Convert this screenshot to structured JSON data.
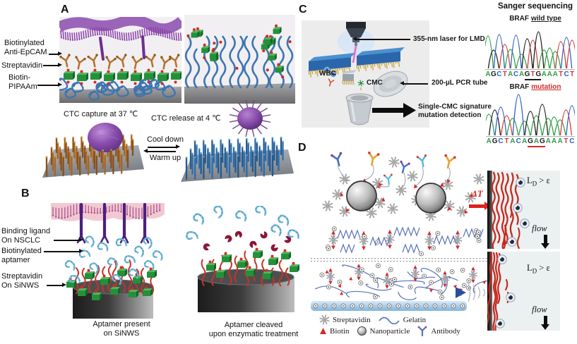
{
  "panels": {
    "a": {
      "letter": "A",
      "label_biotinylated_line1": "Biotinylated",
      "label_biotinylated_line2": "Anti-EpCAM",
      "label_streptavidin": "Streptavidin",
      "label_biotin_line1": "Biotin-",
      "label_biotin_line2": "PIPAAm",
      "capture_caption": "CTC capture at 37 ℃",
      "release_caption": "CTC release at 4 ℃",
      "cool_label": "Cool down",
      "warm_label": "Warm up"
    },
    "b": {
      "letter": "B",
      "label_ligand_line1": "Binding ligand",
      "label_ligand_line2": "On NSCLC",
      "label_aptamer_line1": "Biotinylated",
      "label_aptamer_line2": "aptamer",
      "label_strep_line1": "Streptavidin",
      "label_strep_line2": "On SiNWS",
      "caption_present_line1": "Aptamer present",
      "caption_present_line2": "on SiNWS",
      "caption_cleaved_line1": "Aptamer cleaved",
      "caption_cleaved_line2": "upon enzymatic treatment"
    },
    "c": {
      "letter": "C",
      "wbc_label": "WBC",
      "cmc_label": "CMC",
      "laser_label": "355-nm laser for LMD",
      "tube_label": "200-µL PCR tube",
      "signature_label_line1": "Single-CMC signature",
      "signature_label_line2": "mutation detection",
      "sanger": {
        "title": "Sanger sequencing",
        "base_colors": {
          "A": "#2f9e44",
          "C": "#2b5fc4",
          "G": "#1a1a1a",
          "T": "#d63a3a"
        },
        "wild_type": {
          "gene": "BRAF",
          "variant": "wild type",
          "sequence": "AGCTACAGTGAAATCT",
          "underline_start": 7,
          "underline_end": 9,
          "underline_color": "#1a1a1a",
          "peak_heights": [
            46,
            26,
            48,
            34,
            27,
            47,
            20,
            42,
            40,
            52,
            26,
            29,
            24,
            38,
            44,
            40
          ]
        },
        "mutation": {
          "gene": "BRAF",
          "variant": "mutation",
          "sequence": "AGCTACAGAGAAATC",
          "underline_start": 7,
          "underline_end": 9,
          "underline_color": "#d42a2a",
          "peak_heights": [
            30,
            36,
            40,
            28,
            24,
            58,
            20,
            34,
            28,
            44,
            24,
            26,
            22,
            36,
            42
          ]
        }
      }
    },
    "d": {
      "letter": "D",
      "delta_t": "ΔT",
      "legend": {
        "streptavidin": "Streptavidin",
        "gelatin": "Gelatin",
        "biotin": "Biotin",
        "nanoparticle": "Nanoparticle",
        "antibody": "Antibody"
      },
      "condition_top": {
        "symbol": "L",
        "subscript": "D",
        "comparison": " > ε",
        "flow": "flow"
      },
      "condition_bottom": {
        "symbol": "L",
        "subscript": "D",
        "comparison": " > ε",
        "flow": "flow"
      }
    }
  }
}
